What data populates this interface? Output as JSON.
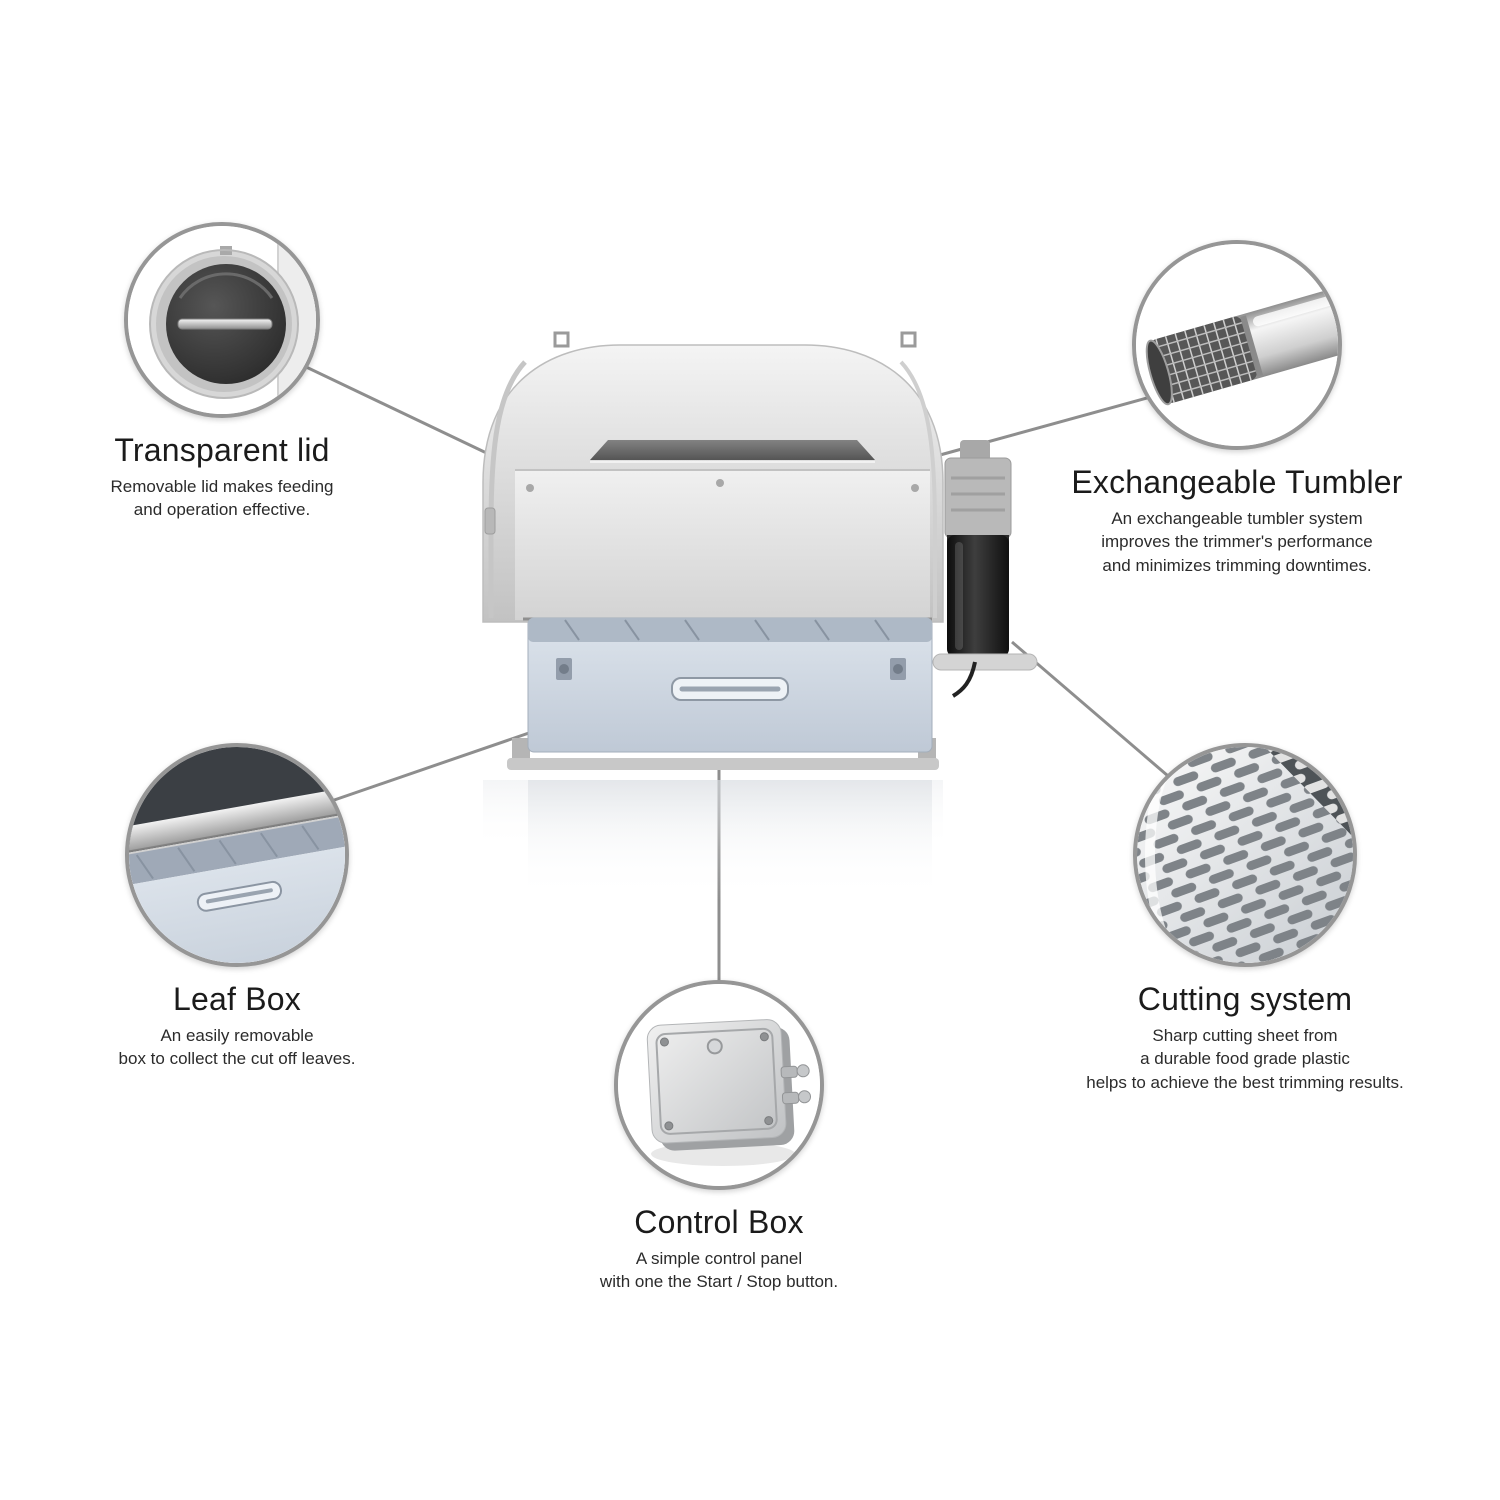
{
  "page": {
    "background_color": "#ffffff"
  },
  "colors": {
    "connector_line": "#8e8e8e",
    "circle_border": "#969696",
    "drawer_blue": "#ccd6e0",
    "title_text": "#1b1b1b",
    "body_text": "#2b2b2b"
  },
  "machine": {
    "illustration": "bud-trimmer-machine",
    "parts": [
      "drum-shell",
      "viewing-slot",
      "front-panel",
      "motor",
      "gearbox",
      "leaf-drawer",
      "drawer-handle",
      "frame-legs"
    ]
  },
  "callouts": {
    "transparent_lid": {
      "title": "Transparent lid",
      "description": "Removable lid makes feeding\nand operation effective.",
      "image": "transparent-lid-detail"
    },
    "exchangeable_tumbler": {
      "title": "Exchangeable Tumbler",
      "description": "An exchangeable tumbler system\nimproves the trimmer's performance\nand minimizes trimming downtimes.",
      "image": "tumbler-detail"
    },
    "leaf_box": {
      "title": "Leaf Box",
      "description": "An easily removable\nbox to collect the cut off leaves.",
      "image": "leaf-box-detail"
    },
    "cutting_system": {
      "title": "Cutting system",
      "description": "Sharp cutting sheet from\na durable food grade plastic\nhelps to achieve the best trimming results.",
      "image": "cutting-sheet-detail"
    },
    "control_box": {
      "title": "Control Box",
      "description": "A simple control panel\nwith one the  Start / Stop button.",
      "image": "control-box-detail"
    }
  }
}
